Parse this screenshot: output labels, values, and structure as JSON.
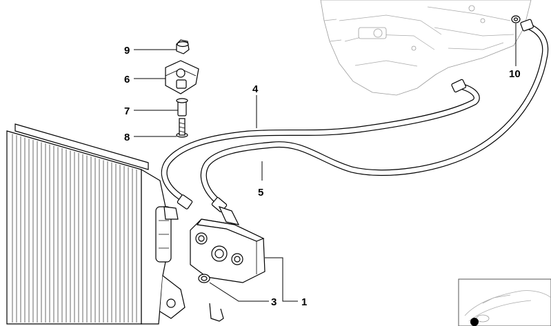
{
  "diagram": {
    "callouts": [
      {
        "id": "c9",
        "label": "9"
      },
      {
        "id": "c6",
        "label": "6"
      },
      {
        "id": "c7",
        "label": "7"
      },
      {
        "id": "c8",
        "label": "8"
      },
      {
        "id": "c4",
        "label": "4"
      },
      {
        "id": "c5",
        "label": "5"
      },
      {
        "id": "c10",
        "label": "10"
      },
      {
        "id": "c3",
        "label": "3"
      },
      {
        "id": "c1",
        "label": "1"
      }
    ]
  }
}
